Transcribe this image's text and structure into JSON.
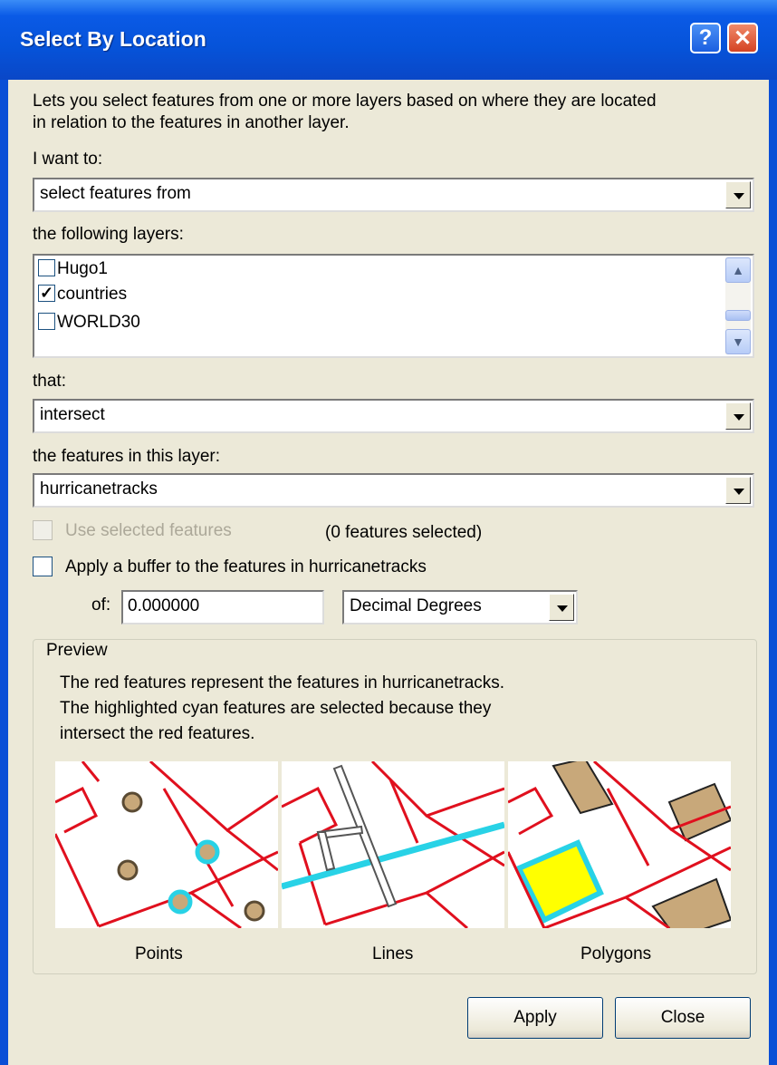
{
  "window": {
    "title": "Select By Location",
    "help_glyph": "?",
    "close_glyph": "✕"
  },
  "description": {
    "line1": "Lets you select features from one or more layers based on where they are located",
    "line2": "in relation to the features in another layer."
  },
  "method": {
    "label": "I want to:",
    "value": "select features from"
  },
  "layers": {
    "label": "the following layers:",
    "items": [
      {
        "name": "Hugo1",
        "checked": false
      },
      {
        "name": "countries",
        "checked": true
      },
      {
        "name": "WORLD30",
        "checked": false
      }
    ]
  },
  "relation": {
    "label": "that:",
    "value": "intersect"
  },
  "source_layer": {
    "label": "the features in this layer:",
    "value": "hurricanetracks"
  },
  "use_selected": {
    "label": "Use selected features",
    "count_text": "(0 features selected)",
    "enabled": false,
    "checked": false
  },
  "buffer": {
    "label": "Apply a buffer to the features in  hurricanetracks",
    "checked": false,
    "of_label": "of:",
    "distance": "0.000000",
    "units": "Decimal Degrees"
  },
  "preview": {
    "label": "Preview",
    "line1": "The red features represent the features in hurricanetracks.",
    "line2": "The highlighted cyan features are selected because they",
    "line3": "intersect the red features.",
    "captions": [
      "Points",
      "Lines",
      "Polygons"
    ],
    "colors": {
      "source": "#e0101e",
      "selected": "#28d2e6",
      "feature": "#c8a87a",
      "highlight": "#ffff00"
    }
  },
  "buttons": {
    "apply": "Apply",
    "close": "Close"
  }
}
